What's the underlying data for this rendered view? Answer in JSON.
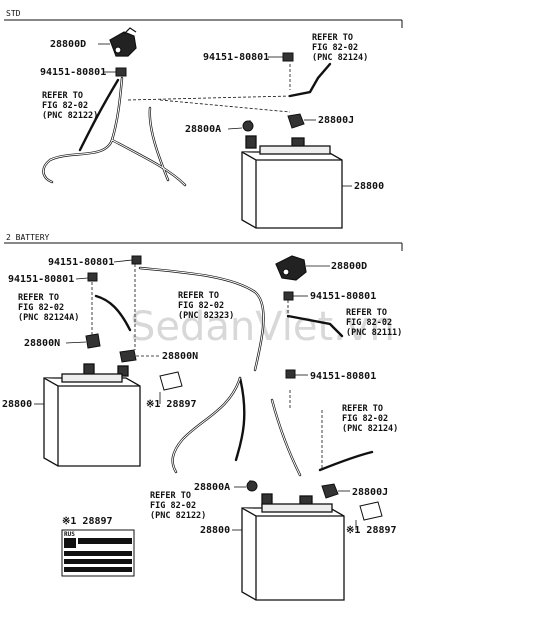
{
  "sections": {
    "std": "STD",
    "two_battery": "2 BATTERY"
  },
  "watermark": "SedanViet.vn",
  "std": {
    "part_28800D": "28800D",
    "part_94151_a": "94151-80801",
    "part_94151_b": "94151-80801",
    "refer_82124": [
      "REFER TO",
      "FIG 82-02",
      "(PNC 82124)"
    ],
    "refer_82122": [
      "REFER TO",
      "FIG 82-02",
      "(PNC 82122)"
    ],
    "part_28800J": "28800J",
    "part_28800A": "28800A",
    "part_28800": "28800"
  },
  "battery2": {
    "part_94151_top": "94151-80801",
    "part_94151_left": "94151-80801",
    "part_28800D": "28800D",
    "refer_82124A": [
      "REFER TO",
      "FIG 82-02",
      "(PNC 82124A)"
    ],
    "refer_82323": [
      "REFER TO",
      "FIG 82-02",
      "(PNC 82323)"
    ],
    "part_94151_right": "94151-80801",
    "refer_82111": [
      "REFER TO",
      "FIG 82-02",
      "(PNC 82111)"
    ],
    "part_28800N_a": "28800N",
    "part_28800N_b": "28800N",
    "part_28800_left": "28800",
    "part_28897_left": "※1 28897",
    "part_94151_mid": "94151-80801",
    "refer_82124": [
      "REFER TO",
      "FIG 82-02",
      "(PNC 82124)"
    ],
    "refer_82122": [
      "REFER TO",
      "FIG 82-02",
      "(PNC 82122)"
    ],
    "part_28800A": "28800A",
    "part_28800J": "28800J",
    "part_28800_right": "28800",
    "part_28897_right": "※1 28897",
    "label_part": "※1 28897",
    "label_code": "RUS"
  },
  "colors": {
    "line": "#111111",
    "watermark": "#b9b9b9",
    "label_bar": "#111111"
  }
}
